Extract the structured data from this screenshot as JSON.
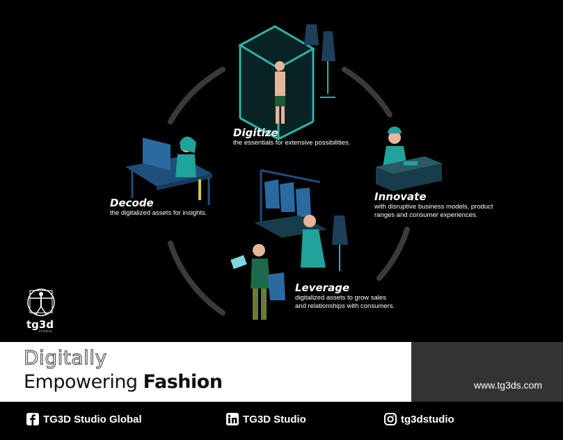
{
  "stages": [
    {
      "title": "Digitize",
      "desc": [
        "the essentials for extensive possibilities."
      ]
    },
    {
      "title": "Innovate",
      "desc": [
        "with disruptive business models, product",
        "ranges and consumer experiences."
      ]
    },
    {
      "title": "Leverage",
      "desc": [
        "digitalized assets to grow sales",
        "and relationships with consumers."
      ]
    },
    {
      "title": "Decode",
      "desc": [
        "the digitalized assets for insights."
      ]
    }
  ],
  "logo": {
    "name": "tg3d",
    "sub": "studio"
  },
  "banner": {
    "line1": "Digitally",
    "line2_prefix": "Empowering ",
    "line2_bold": "Fashion",
    "url": "www.tg3ds.com"
  },
  "social": {
    "facebook": "TG3D Studio Global",
    "linkedin": "TG3D Studio",
    "instagram": "tg3dstudio"
  },
  "colors": {
    "accent": "#1fa39a",
    "ring": "#3a3a3a",
    "dark": "#333333"
  }
}
